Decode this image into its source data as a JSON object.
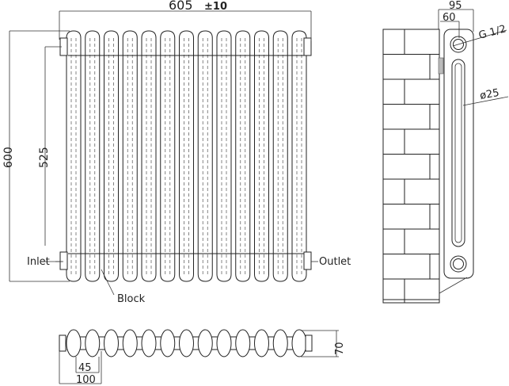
{
  "front_view": {
    "width_label": "605",
    "tolerance_label": "±10",
    "height_label": "600",
    "centres_label": "525",
    "inlet_label": "Inlet",
    "outlet_label": "Outlet",
    "block_label": "Block",
    "column_count": 13
  },
  "side_view": {
    "depth_label": "95",
    "wall_to_centre_label": "60",
    "thread_label": "G 1/2",
    "tube_label": "ø25"
  },
  "top_view": {
    "column_depth_label": "70",
    "column_pitch_label": "45",
    "end_offset_label": "100"
  }
}
